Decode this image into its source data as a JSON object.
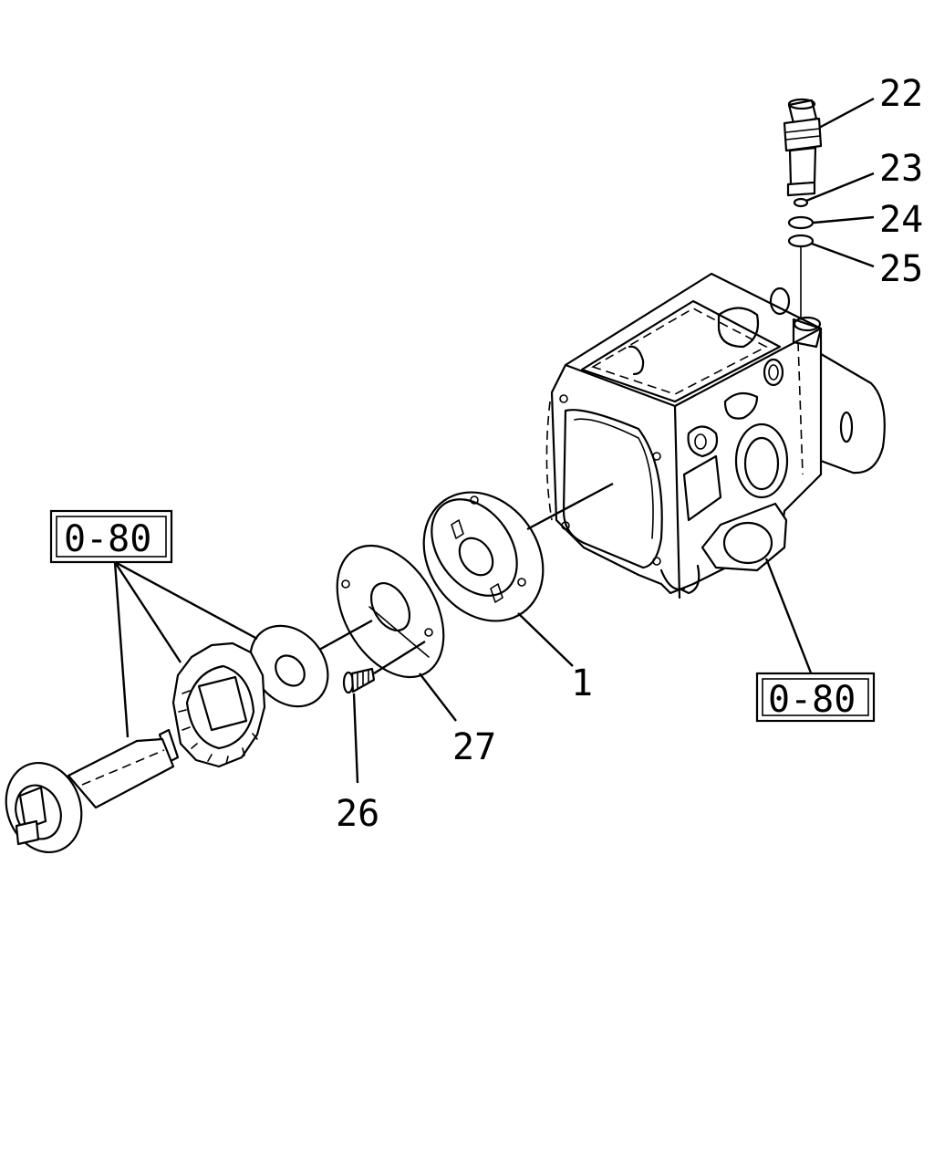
{
  "callouts": {
    "c22": "22",
    "c23": "23",
    "c24": "24",
    "c25": "25",
    "c1": "1",
    "c27": "27",
    "c26": "26"
  },
  "reference_boxes": {
    "left": "0-80",
    "right": "0-80"
  }
}
